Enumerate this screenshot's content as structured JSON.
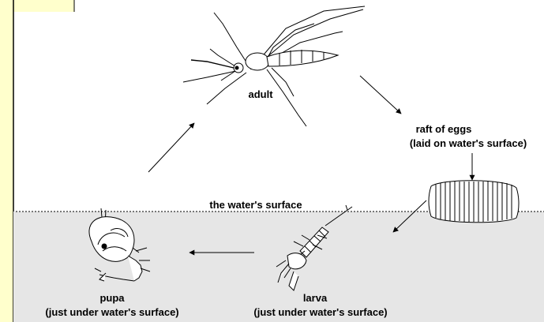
{
  "colors": {
    "frame_tab": "#FFFFCC",
    "water": "#E6E6E6",
    "line": "#000000",
    "background": "#FFFFFF"
  },
  "labels": {
    "adult": "adult",
    "eggs_title": "raft of eggs",
    "eggs_note": "(laid on water's surface)",
    "water_surface": "the water's surface",
    "larva_title": "larva",
    "larva_note": "(just under water's surface)",
    "pupa_title": "pupa",
    "pupa_note": "(just under water's surface)"
  }
}
